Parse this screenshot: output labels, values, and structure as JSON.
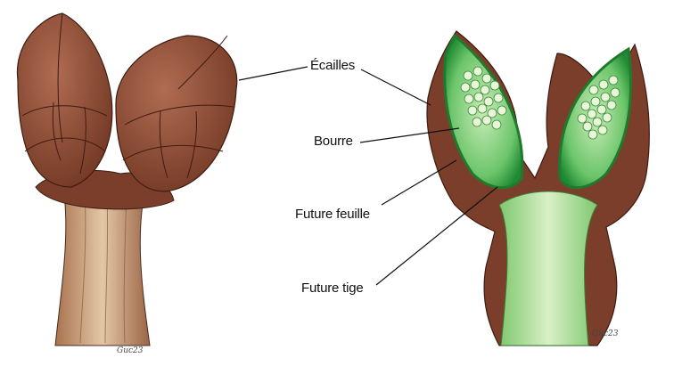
{
  "labels": {
    "ecailles": "Écailles",
    "bourre": "Bourre",
    "future_feuille": "Future feuille",
    "future_tige": "Future tige"
  },
  "signatures": {
    "left": "Guc23",
    "right": "Guc23"
  },
  "colors": {
    "scale_brown": "#8a4a33",
    "scale_dark": "#5a2a1c",
    "stem_tan": "#c9a07a",
    "leaf_green": "#2f9e3f",
    "leaf_light": "#a8e0a0",
    "stem_green": "#b7e3a3",
    "leader_line": "#111111"
  }
}
